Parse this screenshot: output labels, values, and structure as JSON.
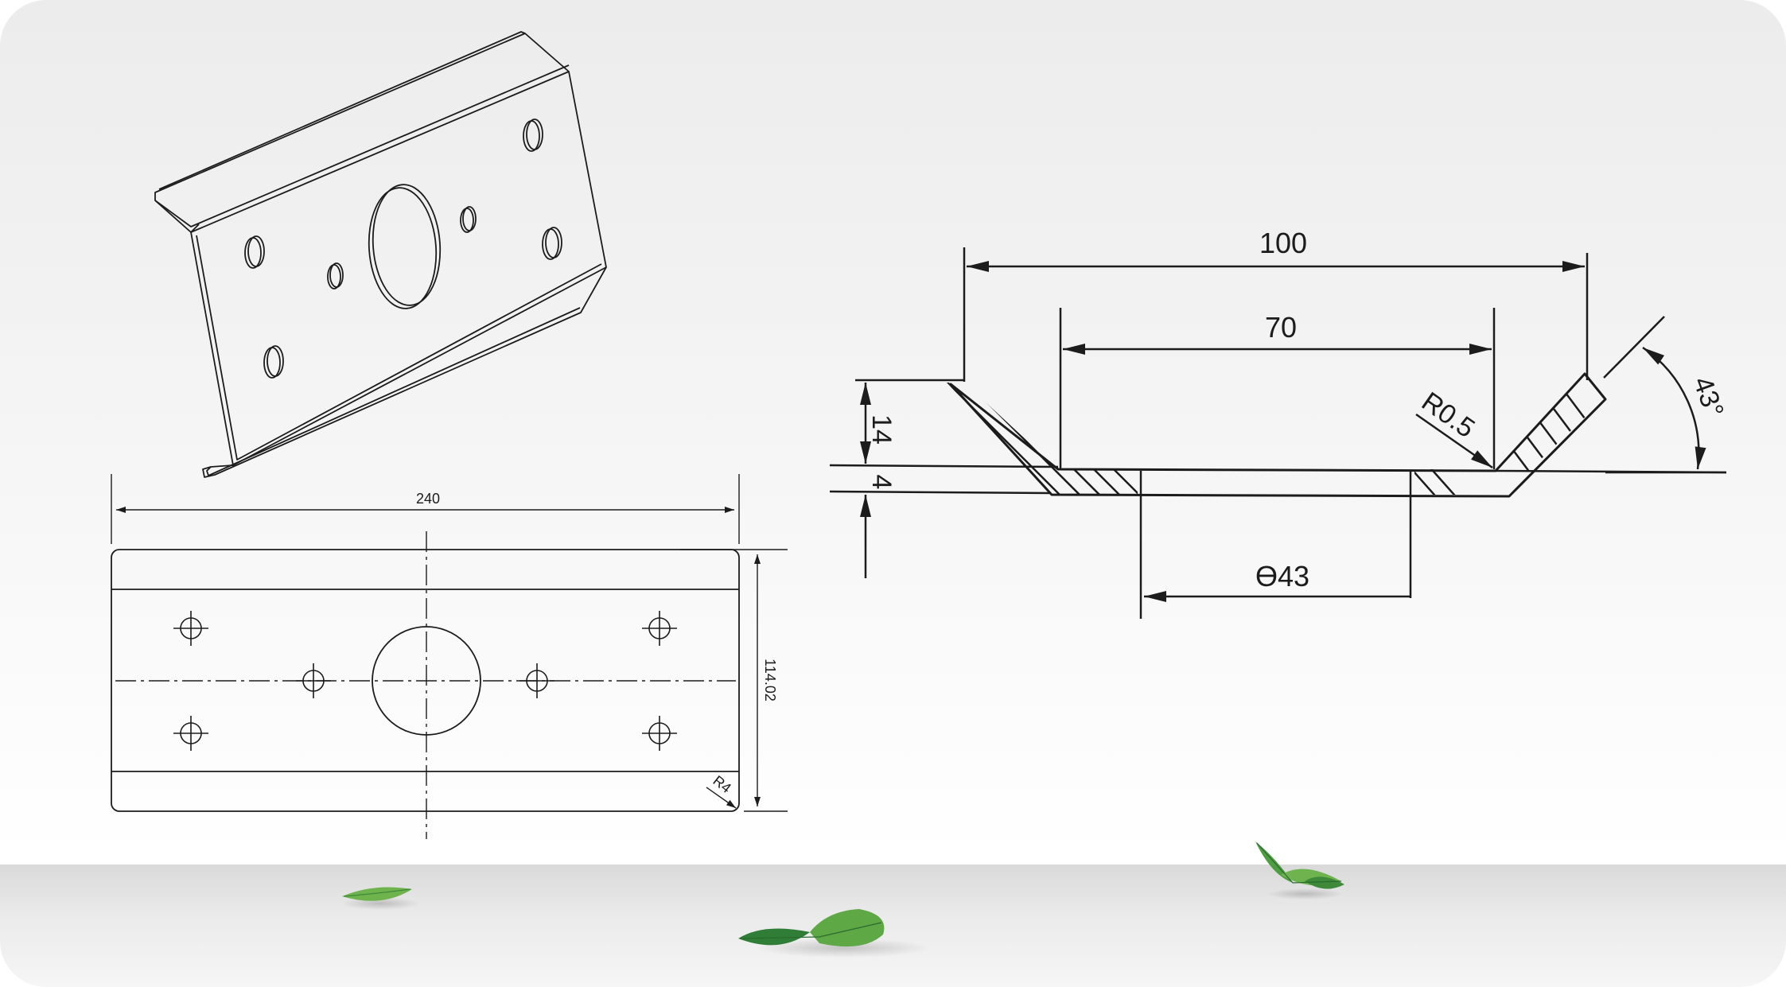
{
  "front_view": {
    "width_dim": "240",
    "height_dim": "114.02",
    "radius_dim": "R4"
  },
  "section_view": {
    "outer_width_dim": "100",
    "inner_width_dim": "70",
    "height_dim": "14",
    "thickness_dim": "4",
    "bend_radius_dim": "R0.5",
    "angle_dim": "43°",
    "hole_diameter_dim": "ϴ43"
  },
  "colors": {
    "line": "#1c1c1c",
    "leaf_light": "#7fbf5a",
    "leaf_dark": "#2f7d36"
  }
}
